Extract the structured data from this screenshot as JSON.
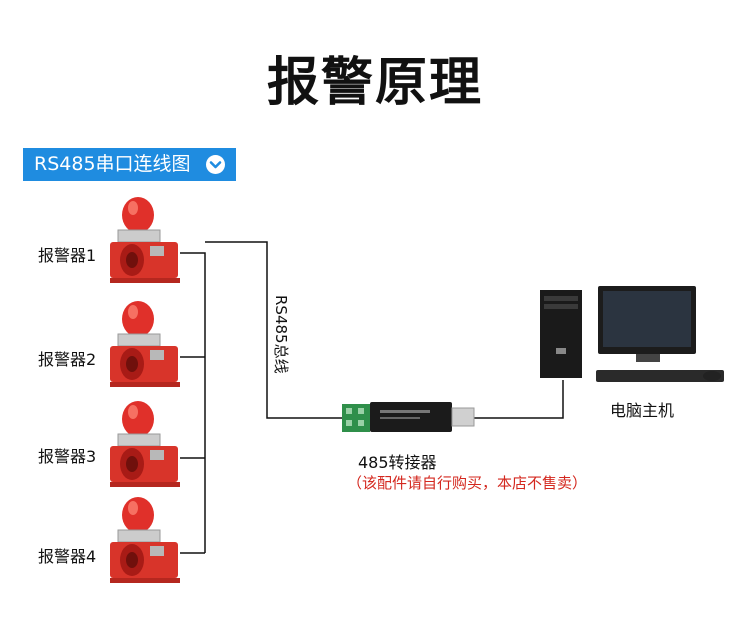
{
  "title": "报警原理",
  "section_badge": "RS485串口连线图",
  "alarms": [
    {
      "label": "报警器1"
    },
    {
      "label": "报警器2"
    },
    {
      "label": "报警器3"
    },
    {
      "label": "报警器4"
    }
  ],
  "bus_label": "RS485总线",
  "converter": {
    "label": "485转接器",
    "note": "（该配件请自行购买，本店不售卖）"
  },
  "computer": {
    "label": "电脑主机"
  },
  "icons": [
    "chevron-down-icon",
    "alarm-siren-icon",
    "usb-converter-icon",
    "desktop-computer-icon"
  ],
  "colors": {
    "accent": "#1f8ce0",
    "note": "#d4281f",
    "siren": "#d8342a"
  }
}
